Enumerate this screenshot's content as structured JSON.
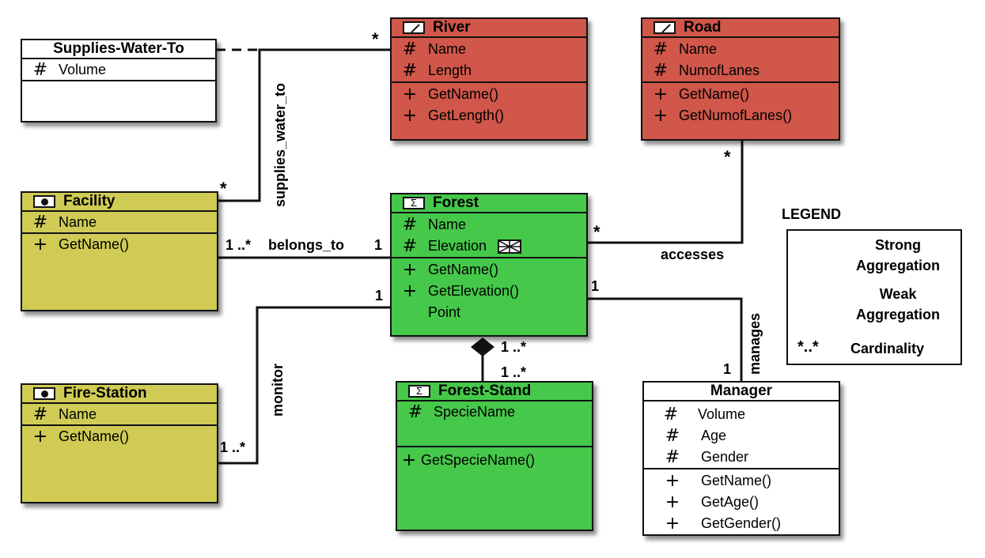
{
  "classes": {
    "supplies_water_to": {
      "title": "Supplies-Water-To",
      "attributes": [
        {
          "symbol": "#",
          "text": "Volume"
        }
      ],
      "methods": []
    },
    "river": {
      "title": "River",
      "stereotype_icon": "slash-icon",
      "attributes": [
        {
          "symbol": "#",
          "text": "Name"
        },
        {
          "symbol": "#",
          "text": "Length"
        }
      ],
      "methods": [
        {
          "symbol": "+",
          "text": "GetName()"
        },
        {
          "symbol": "+",
          "text": "GetLength()"
        }
      ]
    },
    "road": {
      "title": "Road",
      "stereotype_icon": "slash-icon",
      "attributes": [
        {
          "symbol": "#",
          "text": "Name"
        },
        {
          "symbol": "#",
          "text": "NumofLanes"
        }
      ],
      "methods": [
        {
          "symbol": "+",
          "text": "GetName()"
        },
        {
          "symbol": "+",
          "text": "GetNumofLanes()"
        }
      ]
    },
    "facility": {
      "title": "Facility",
      "stereotype_icon": "dot-icon",
      "attributes": [
        {
          "symbol": "#",
          "text": "Name"
        }
      ],
      "methods": [
        {
          "symbol": "+",
          "text": "GetName()"
        }
      ]
    },
    "forest": {
      "title": "Forest",
      "stereotype_icon": "sigma-icon",
      "attributes": [
        {
          "symbol": "#",
          "text": "Name"
        },
        {
          "symbol": "#",
          "text": "Elevation"
        }
      ],
      "methods": [
        {
          "symbol": "+",
          "text": "GetName()"
        },
        {
          "symbol": "+",
          "text": "GetElevation()"
        },
        {
          "symbol": "",
          "text": "Point"
        }
      ]
    },
    "fire_station": {
      "title": "Fire-Station",
      "stereotype_icon": "dot-icon",
      "attributes": [
        {
          "symbol": "#",
          "text": "Name"
        }
      ],
      "methods": [
        {
          "symbol": "+",
          "text": "GetName()"
        }
      ]
    },
    "forest_stand": {
      "title": "Forest-Stand",
      "stereotype_icon": "sigma-icon",
      "attributes": [
        {
          "symbol": "#",
          "text": "SpecieName"
        }
      ],
      "methods": [
        {
          "symbol": "+",
          "text": "GetSpecieName()"
        }
      ]
    },
    "manager": {
      "title": "Manager",
      "attributes": [
        {
          "symbol": "#",
          "text": "Volume"
        },
        {
          "symbol": "#",
          "text": "Age"
        },
        {
          "symbol": "#",
          "text": "Gender"
        }
      ],
      "methods": [
        {
          "symbol": "+",
          "text": "GetName()"
        },
        {
          "symbol": "+",
          "text": "GetAge()"
        },
        {
          "symbol": "+",
          "text": "GetGender()"
        }
      ]
    }
  },
  "associations": {
    "supplies_water_to": "supplies_water_to",
    "belongs_to": "belongs_to",
    "accesses": "accesses",
    "monitor": "monitor",
    "manages": "manages"
  },
  "cardinalities": {
    "river_star": "*",
    "facility_star": "*",
    "road_star": "*",
    "forest_accesses_star": "*",
    "facility_belongs": "1 ..*",
    "forest_belongs": "1",
    "forest_monitor": "1",
    "firestation_monitor": "1 ..*",
    "forest_manages": "1",
    "manager_manages": "1",
    "forest_aggregation": "1 ..*",
    "stand_aggregation": "1 ..*"
  },
  "legend": {
    "title": "LEGEND",
    "strong": "Strong\nAggregation",
    "weak": "Weak\nAggregation",
    "cardinality_symbol": "*..*",
    "cardinality": "Cardinality"
  },
  "colors": {
    "river_road": "#d0574a",
    "facility_firestation": "#cfcb54",
    "forest": "#46c84a",
    "manager": "#ffffff"
  }
}
